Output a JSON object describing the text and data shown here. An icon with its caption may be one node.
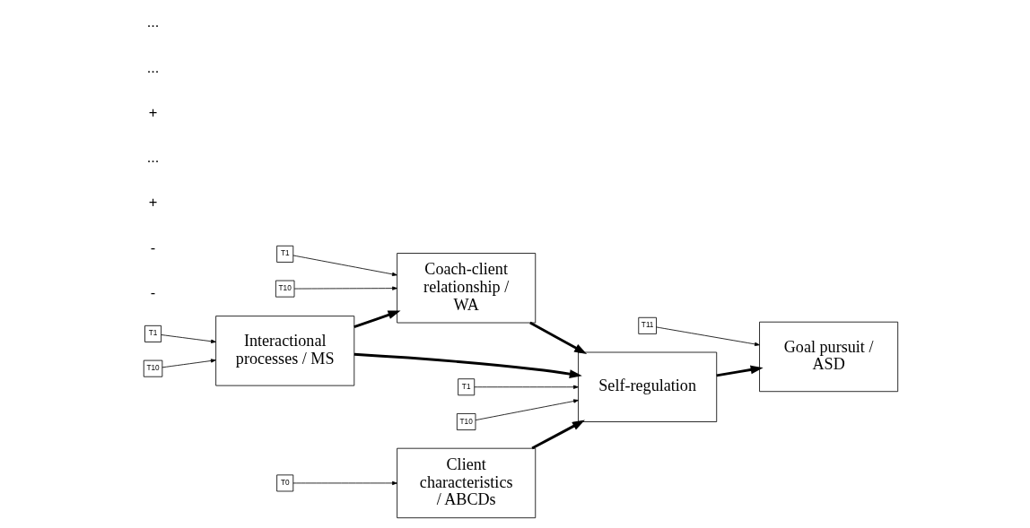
{
  "diagram": {
    "nodes": [
      {
        "text": [
          "Coach-client relationship / WA"
        ]
      },
      {
        "text": [
          "T1"
        ]
      },
      {
        "text": [
          "T10"
        ]
      },
      {
        "text": [
          "Interactional processes / MS"
        ]
      },
      {
        "text": [
          "Self-regulation"
        ]
      },
      {
        "text": [
          "Goal pursuit / ASD"
        ]
      },
      {
        "text": [
          "T1"
        ]
      },
      {
        "text": [
          "T10"
        ]
      },
      {
        "text": [
          "T1"
        ]
      },
      {
        "text": [
          "T10"
        ]
      },
      {
        "text": [
          "T11"
        ]
      },
      {
        "text": [
          "Client characteristics / ABCDs"
        ]
      },
      {
        "text": [
          "T0"
        ]
      }
    ],
    "edges": [
      {
        "from": 3,
        "to": 0,
        "arrow": "to",
        "style": "thick"
      },
      {
        "from": 0,
        "to": 4,
        "arrow": "to",
        "style": "thick"
      },
      {
        "from": 3,
        "to": 4,
        "arrow": "to",
        "style": "thick"
      },
      {
        "from": 11,
        "to": 4,
        "arrow": "to",
        "style": "thick"
      },
      {
        "from": 4,
        "to": 5,
        "arrow": "to",
        "style": "thick"
      },
      {
        "from": 1,
        "to": 0,
        "arrow": "to"
      },
      {
        "from": 2,
        "to": 0,
        "arrow": "to"
      },
      {
        "from": 6,
        "to": 3,
        "arrow": "to"
      },
      {
        "from": 7,
        "to": 3,
        "arrow": "to"
      },
      {
        "from": 8,
        "to": 4,
        "arrow": "to"
      },
      {
        "from": 9,
        "to": 4,
        "arrow": "to"
      },
      {
        "from": 10,
        "to": 5,
        "arrow": "to"
      },
      {
        "from": 12,
        "to": 11,
        "arrow": "to"
      }
    ],
    "labels": [
      "-",
      "-",
      "+",
      "...",
      "+",
      "...",
      "..."
    ]
  }
}
